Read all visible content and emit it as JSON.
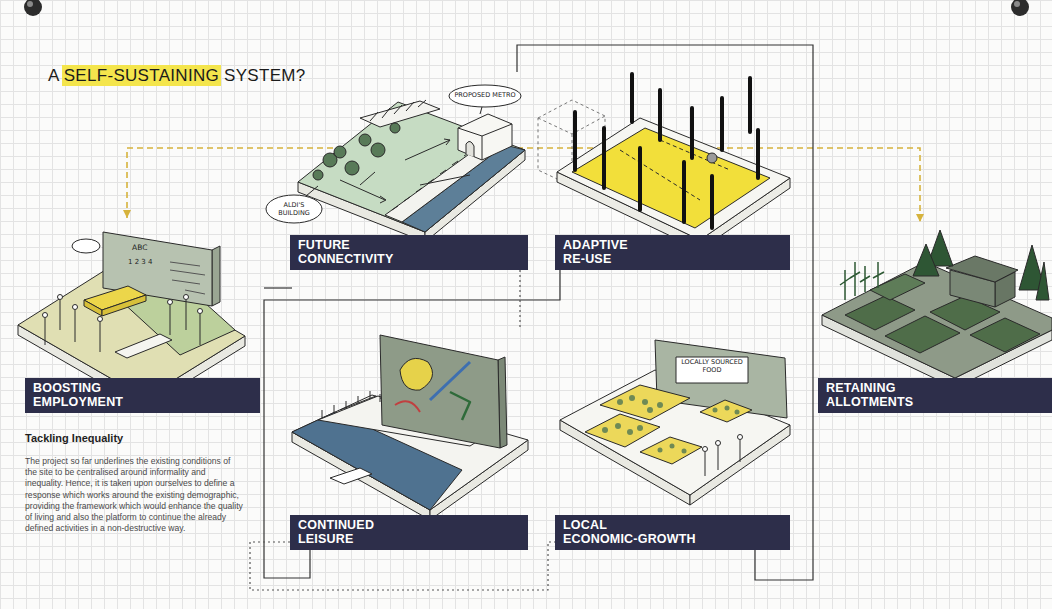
{
  "diagram": {
    "title": "A SELF-SUSTAINING SYSTEM?",
    "nodes": [
      {
        "text": [
          "FUTURE CONNECTIVITY"
        ]
      },
      {
        "text": [
          "ADAPTIVE RE-USE"
        ]
      },
      {
        "text": [
          "BOOSTING EMPLOYMENT"
        ]
      },
      {
        "text": [
          "RETAINING ALLOTMENTS"
        ]
      },
      {
        "text": [
          "CONTINUED LEISURE"
        ]
      },
      {
        "text": [
          "LOCAL ECONOMIC-GROWTH"
        ]
      }
    ],
    "edges": [
      {
        "from": 2,
        "to": 3,
        "arrow": "both"
      },
      {
        "from": 0,
        "to": 5,
        "arrow": "none"
      },
      {
        "from": 1,
        "to": 4,
        "arrow": "none"
      },
      {
        "from": 0,
        "to": 4,
        "arrow": "none"
      },
      {
        "from": 4,
        "to": 5,
        "arrow": "none"
      }
    ],
    "labels": [
      "PROPOSED METRO",
      "ALDI'S BUILDING",
      "ABC",
      "1 2 3 4",
      "LOCALLY SOURCED FOOD",
      "Tackling Inequality",
      "The project so far underlines the existing conditions of the site to be centralised around informality and inequality. Hence, it is taken upon ourselves to define a response which works around the existing demographic, providing the framework which would enhance the quality of living and also the platform to continue the already defined activities in a non-destructive way."
    ]
  }
}
